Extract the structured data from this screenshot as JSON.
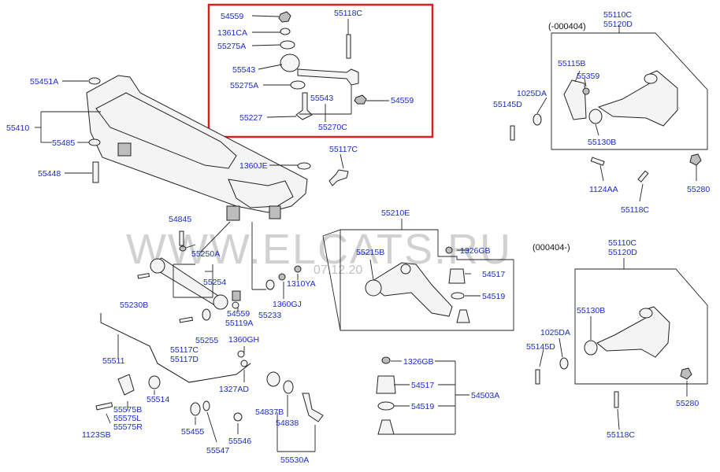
{
  "watermark": {
    "text": "WWW.ELCATS.RU",
    "date": "07.12.20"
  },
  "groups": {
    "g1": "(-000404)",
    "g2": "(000404-)"
  },
  "highlight_color": "#d9201e",
  "link_color": "#1a2cc8",
  "labels": {
    "p54559a": "54559",
    "p55118Ca": "55118C",
    "p1361CA": "1361CA",
    "p55275Aa": "55275A",
    "p55543a": "55543",
    "p55275Ab": "55275A",
    "p55543b": "55543",
    "p54559b": "54559",
    "p55227": "55227",
    "p55270C": "55270C",
    "p55451A": "55451A",
    "p55410": "55410",
    "p55485": "55485",
    "p55448": "55448",
    "p1360JE": "1360JE",
    "p55117Ca": "55117C",
    "p54845": "54845",
    "p55250A": "55250A",
    "p55254": "55254",
    "p55230B": "55230B",
    "p54559c": "54559",
    "p55119A": "55119A",
    "p55233": "55233",
    "p1360GJ": "1360GJ",
    "p1310YA": "1310YA",
    "p55255": "55255",
    "p55117Cb": "55117C",
    "p55117D": "55117D",
    "p55511": "55511",
    "p1360GH": "1360GH",
    "p1327AD": "1327AD",
    "p55514": "55514",
    "p55575B": "55575B",
    "p55575L": "55575L",
    "p55575R": "55575R",
    "p1123SB": "1123SB",
    "p55455": "55455",
    "p55547": "55547",
    "p55546": "55546",
    "p54837B": "54837B",
    "p54838": "54838",
    "p55530A": "55530A",
    "p55210E": "55210E",
    "p55215B": "55215B",
    "p1326GBa": "1326GB",
    "p54517a": "54517",
    "p54519a": "54519",
    "p1326GBb": "1326GB",
    "p54517b": "54517",
    "p54519b": "54519",
    "p54503A": "54503A",
    "p55110Ca": "55110C",
    "p55120Da": "55120D",
    "p55115B": "55115B",
    "p55359": "55359",
    "p1025DAa": "1025DA",
    "p55145Da": "55145D",
    "p55130Ba": "55130B",
    "p1124AA": "1124AA",
    "p55118Cb": "55118C",
    "p55280a": "55280",
    "p55110Cb": "55110C",
    "p55120Db": "55120D",
    "p55130Bb": "55130B",
    "p1025DAb": "1025DA",
    "p55145Db": "55145D",
    "p55280b": "55280",
    "p55118Cc": "55118C"
  }
}
